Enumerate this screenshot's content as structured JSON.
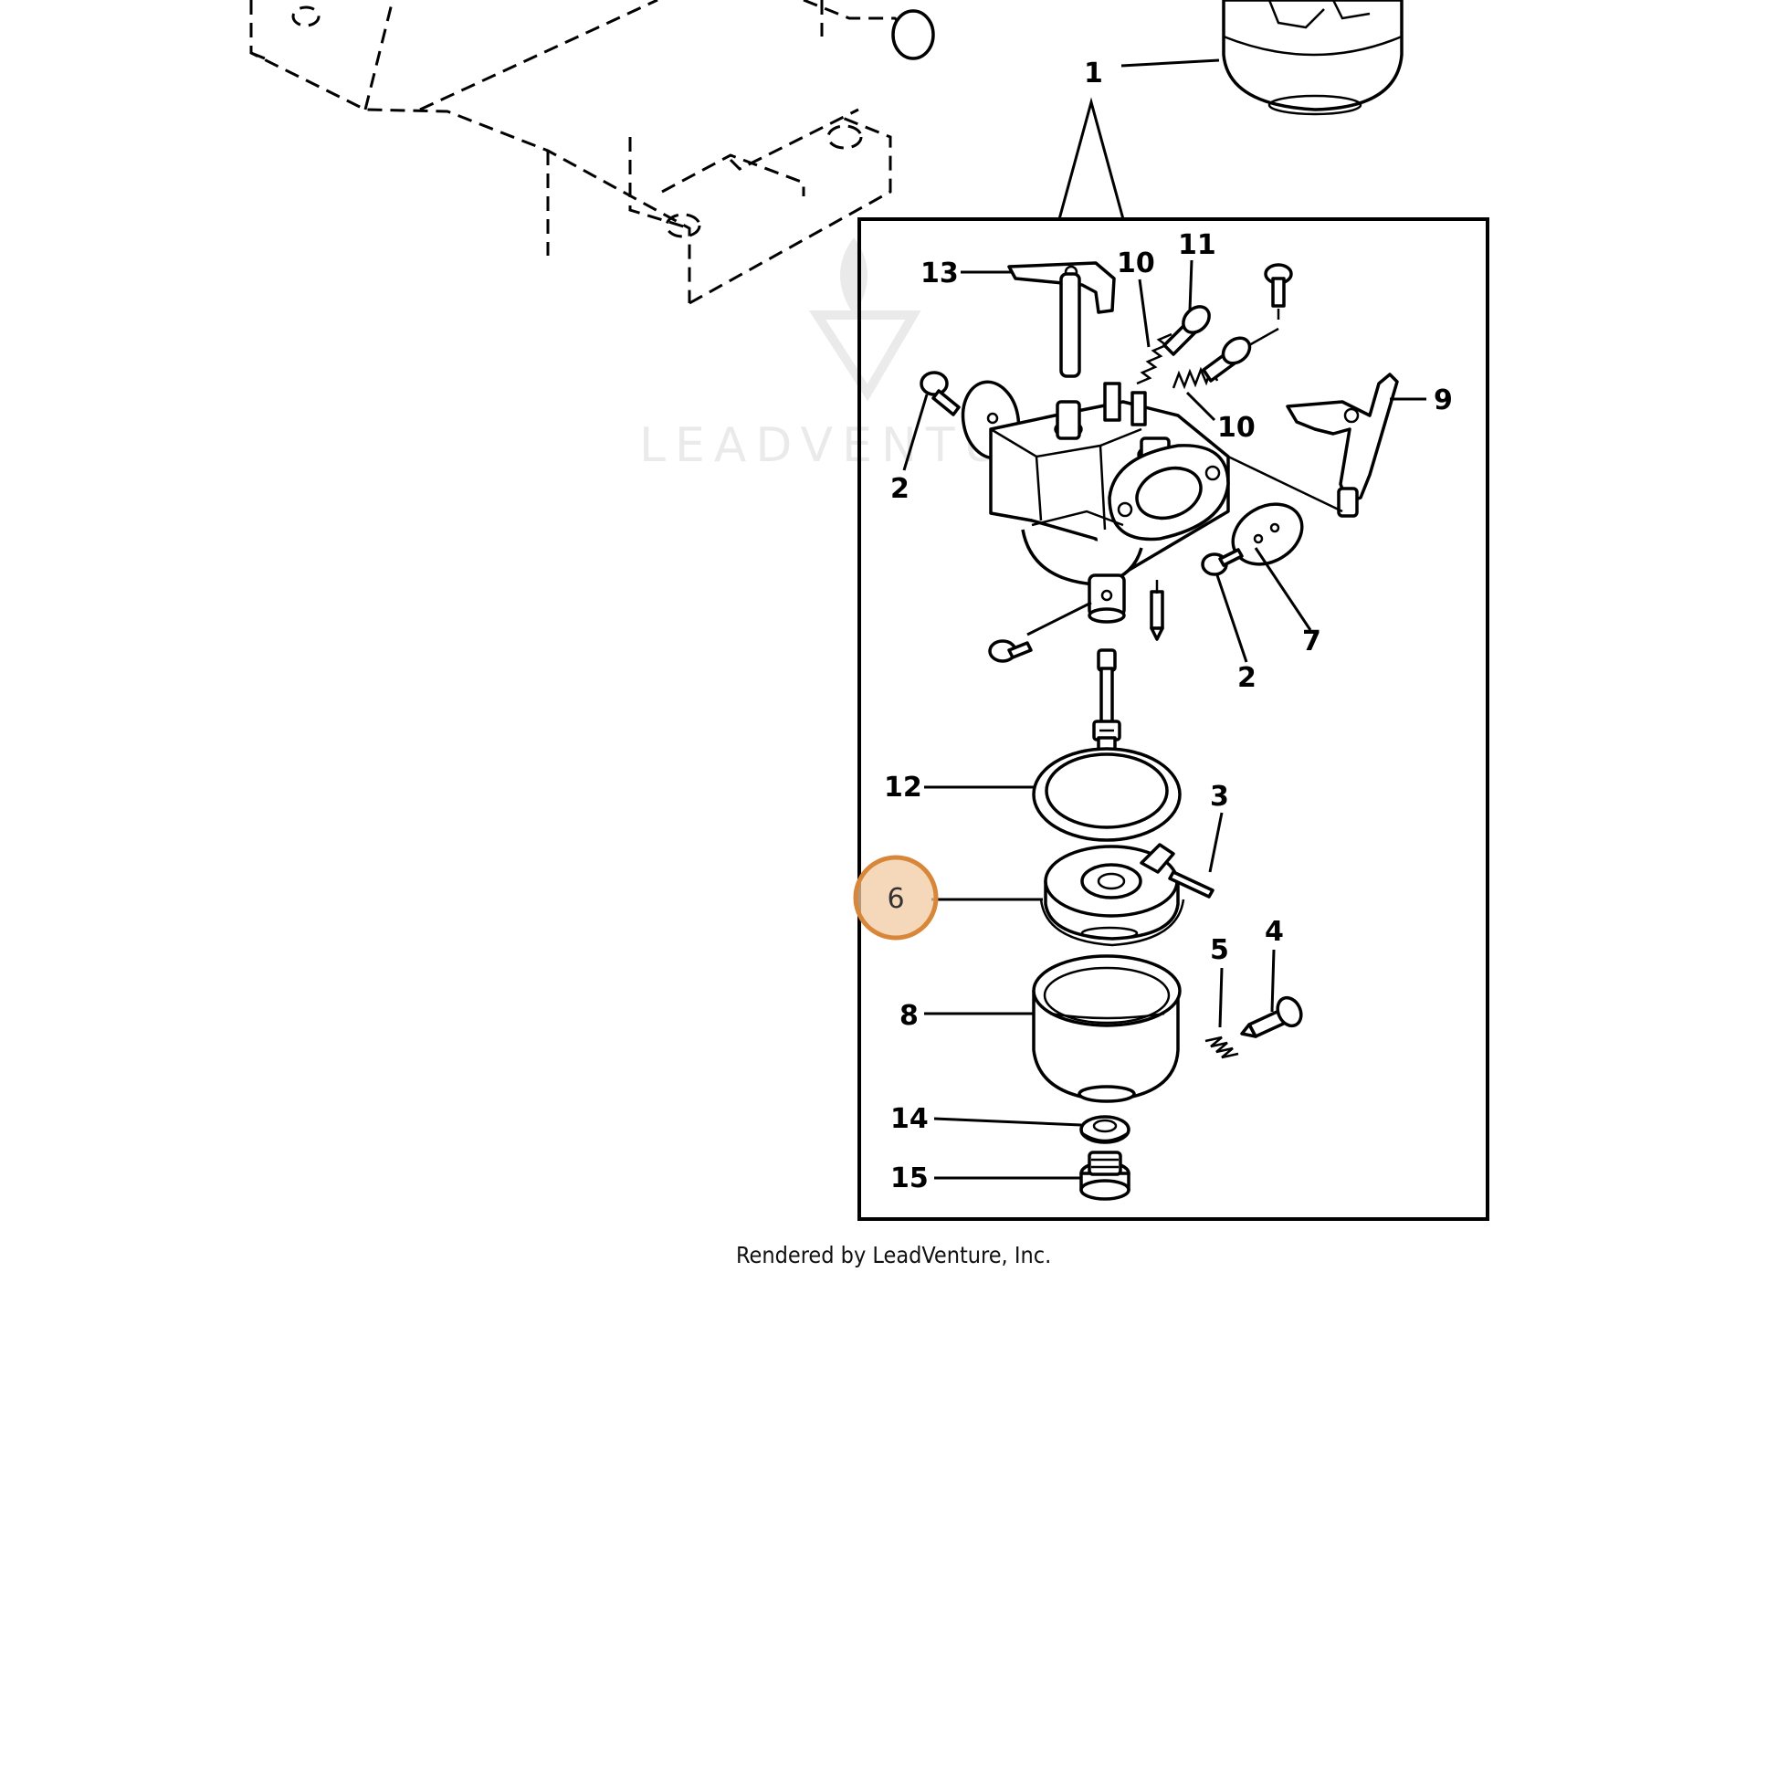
{
  "watermark": "LEADVENTURE",
  "caption": "Rendered by LeadVenture, Inc.",
  "callouts": {
    "c1": "1",
    "c2a": "2",
    "c2b": "2",
    "c3": "3",
    "c4": "4",
    "c5": "5",
    "c6": "6",
    "c7": "7",
    "c8": "8",
    "c9": "9",
    "c10a": "10",
    "c10b": "10",
    "c11": "11",
    "c12": "12",
    "c13": "13",
    "c14": "14",
    "c15": "15"
  },
  "highlight": {
    "label": "6",
    "color": "#d8873a",
    "fill": "#f1c9a2"
  }
}
